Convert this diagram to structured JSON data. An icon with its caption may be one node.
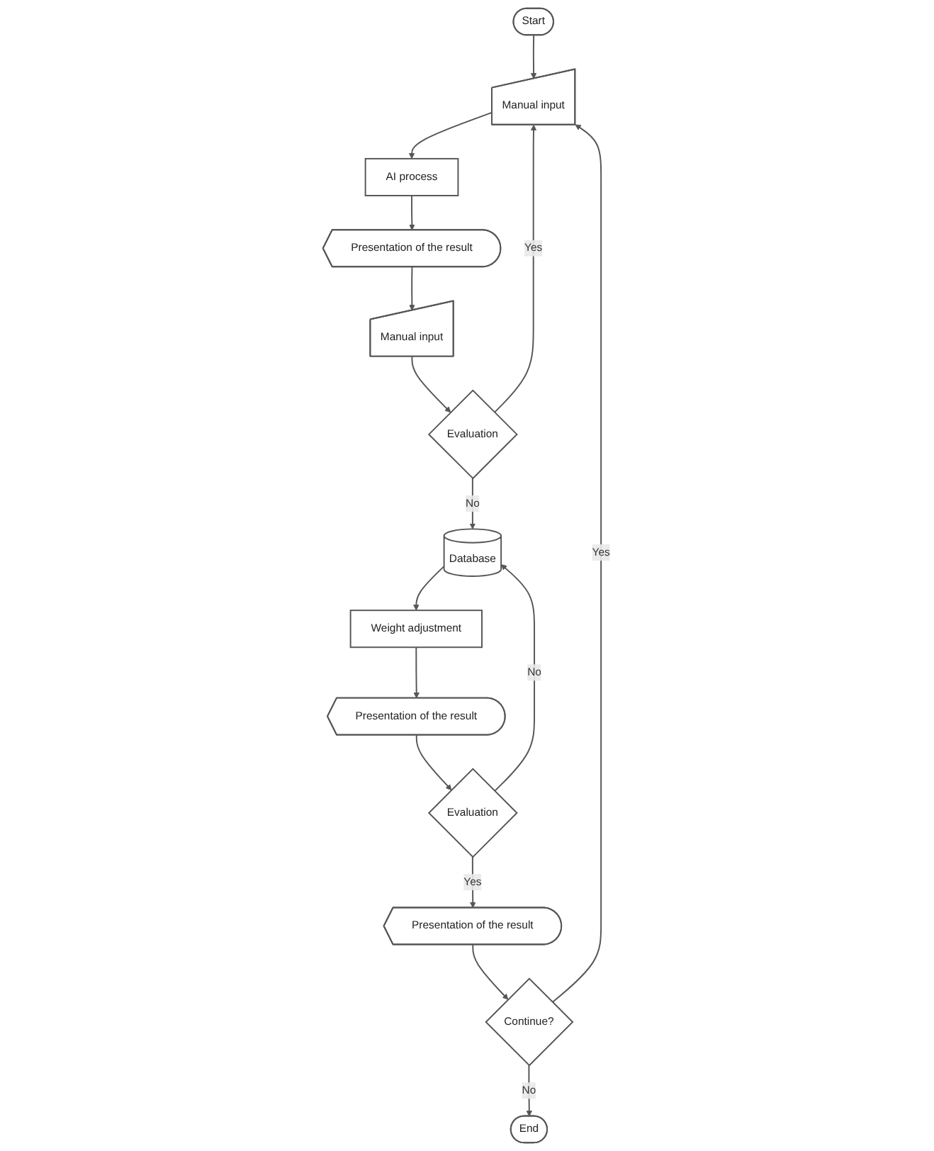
{
  "diagram": {
    "nodes": [
      {
        "text": [
          "Start"
        ]
      },
      {
        "text": [
          "Manual input"
        ]
      },
      {
        "text": [
          "AI process"
        ]
      },
      {
        "text": [
          "Presentation of the result"
        ]
      },
      {
        "text": [
          "Manual input"
        ]
      },
      {
        "text": [
          "Evaluation"
        ]
      },
      {
        "text": [
          "Database"
        ]
      },
      {
        "text": [
          "Weight adjustment"
        ]
      },
      {
        "text": [
          "Presentation of the result"
        ]
      },
      {
        "text": [
          "Evaluation"
        ]
      },
      {
        "text": [
          "Presentation of the result"
        ]
      },
      {
        "text": [
          "Continue?"
        ]
      },
      {
        "text": [
          "End"
        ]
      }
    ],
    "edges": [
      {
        "from": 0,
        "to": 1,
        "arrow": "to"
      },
      {
        "from": 1,
        "to": 2,
        "arrow": "to"
      },
      {
        "from": 2,
        "to": 3,
        "arrow": "to"
      },
      {
        "from": 3,
        "to": 4,
        "arrow": "to"
      },
      {
        "from": 4,
        "to": 5,
        "arrow": "to"
      },
      {
        "from": 5,
        "to": 1,
        "arrow": "to",
        "label": "Yes"
      },
      {
        "from": 5,
        "to": 6,
        "arrow": "to",
        "label": "No"
      },
      {
        "from": 6,
        "to": 7,
        "arrow": "to"
      },
      {
        "from": 7,
        "to": 8,
        "arrow": "to"
      },
      {
        "from": 8,
        "to": 9,
        "arrow": "to"
      },
      {
        "from": 9,
        "to": 6,
        "arrow": "to",
        "label": "No"
      },
      {
        "from": 9,
        "to": 10,
        "arrow": "to",
        "label": "Yes"
      },
      {
        "from": 10,
        "to": 11,
        "arrow": "to"
      },
      {
        "from": 11,
        "to": 12,
        "arrow": "to",
        "label": "No"
      },
      {
        "from": 11,
        "to": 1,
        "arrow": "to",
        "label": "Yes"
      }
    ]
  }
}
